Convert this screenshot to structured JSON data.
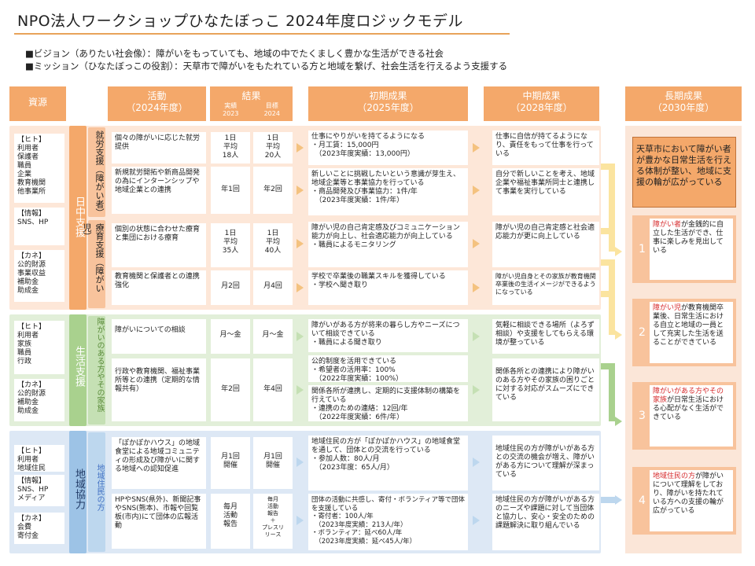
{
  "title": "NPO法人ワークショップひなたぼっこ 2024年度ロジックモデル",
  "vision": "■ビジョン（ありたい社会像）：障がいをもっていても、地域の中でたくましく豊かな生活ができる社会",
  "mission": "■ミッション（ひなたぼっこの役割）：天草市で障がいをもたれている方と地域を繋げ、社会生活を行えるよう支援する",
  "headers": {
    "resources": "資源",
    "activities": "活動",
    "activities_sub": "（2024年度）",
    "results": "結果",
    "results_actual": "実績",
    "results_actual_year": "2023",
    "results_target": "目標",
    "results_target_year": "2024",
    "initial": "初期成果",
    "initial_sub": "（2025年度）",
    "mid": "中期成果",
    "mid_sub": "（2028年度）",
    "long": "長期成果",
    "long_sub": "（2030年度）"
  },
  "sections": {
    "s1": {
      "label": "日中支援",
      "color": "#f4a86a",
      "sub1": "就労支援（障がい者）",
      "sub2": "療育支援（障がい児）",
      "res": [
        "【ヒト】\n利用者\n保護者\n職員\n企業\n教育機関\n他事業所",
        "【情報】\nSNS、HP",
        "【カネ】\n公的財源\n事業収益\n補助金\n助成金"
      ],
      "act": [
        "個々の障がいに応じた就労提供",
        "新規就労開拓や新商品開発の為にインターンシップや地域企業との連携",
        "個別の状態に合わせた療育と集団における療育",
        "教育機関と保護者との連携強化"
      ],
      "actual": [
        "1日\n平均\n18人",
        "年1回",
        "1日\n平均\n35人",
        "月2回"
      ],
      "target": [
        "1日\n平均\n20人",
        "年2回",
        "1日\n平均\n40人",
        "月4回"
      ],
      "init": [
        "仕事にやりがいを持てるようになる\n・月工賃：15,000円\n　（2023年度実績：13,000円）",
        "新しいことに挑戦したいという意識が芽生え、地域企業等と事業協力を行っている\n・商品開発及び事業協力：1件/年\n　（2023年度実績：1件/年）",
        "障がい児の自己肯定感及びコミュニケーション能力が向上し、社会適応能力が向上している\n・職員によるモニタリング",
        "学校で卒業後の職業スキルを獲得している\n・学校へ聞き取り"
      ],
      "mid": [
        "仕事に自信が持てるようになり、責任をもって仕事を行っている",
        "自分で新しいことを考え、地域企業や福祉事業所同士と連携して事業を実行している",
        "障がい児の自己肯定感と社会適応能力が更に向上している",
        "障がい児自身とその家族が教育機関卒業後の生活イメージができるようになっている"
      ]
    },
    "s2": {
      "label": "生活支援",
      "color": "#a9d18e",
      "sub": "障がいのある方やその家族",
      "res": [
        "【ヒト】\n利用者\n家族\n職員\n行政",
        "【カネ】\n公的財源\n補助金\n助成金"
      ],
      "act": [
        "障がいについての相談",
        "行政や教育機関、福祉事業所等との連携（定期的な情報共有）"
      ],
      "actual": [
        "月～金",
        "年2回"
      ],
      "target": [
        "月～金",
        "年4回"
      ],
      "init": [
        "障がいがある方が将来の暮らし方やニーズについて相談できている\n・職員による聞き取り",
        "公的制度を活用できている\n・希望者の活用率：100%\n　（2022年度実績：100%）",
        "関係各所が連携し、定期的に支援体制の構築を行えている\n・連携のための連絡：12回/年\n　（2022年度実績：6件/年）"
      ],
      "mid": [
        "気軽に相談できる場所（よろず相談）や支援をしてもらえる環境が整っている",
        "関係各所との連携により障がいのある方やその家族の困りごとに対する対応がスムーズにできている"
      ]
    },
    "s3": {
      "label": "地域協力",
      "color": "#9dc3e6",
      "sub": "地域住民の方",
      "res": [
        "【ヒト】\n利用者\n地域住民",
        "【情報】\nSNS、HP\nメディア",
        "【カネ】\n会費\n寄付金"
      ],
      "act": [
        "「ぽかぽかハウス」の地域食堂による地域コミュニティの形成及び障がいに関する地域への認知促進",
        "HPやSNS(県外)、新聞記事やSNS(熊本)、市報や回覧板(市内)にて団体の広報活動"
      ],
      "actual": [
        "月1回\n開催",
        "毎月\n活動\n報告"
      ],
      "target": [
        "月1回\n開催",
        "毎月\n活動\n報告\n＋\nプレスリ\nリース"
      ],
      "init": [
        "地域住民の方が「ぽかぽかハウス」の地域食堂を通して、団体との交流を行っている\n・参加人数：80人/月\n　（2023年度：65人/月）",
        "団体の活動に共感し、寄付・ボランティア等で団体を支援している\n・寄付者：100人/年\n　（2023年度実績：213人/年）\n・ボランティア：延べ60人/年\n　（2023年度実績：延べ45人/年）"
      ],
      "mid": [
        "地域住民の方が障がいがある方との交流の機会が増え、障がいがある方について理解が深まっている",
        "地域住民の方が障がいがある方のニーズや課題に対して当団体と協力し、安心・安全のための課題解決に取り組んでいる"
      ]
    }
  },
  "long": {
    "main": "天草市において障がい者が豊かな日常生活を行える体制が整い、地域に支援の輪が広がっている",
    "items": [
      {
        "num": "1",
        "red": "障がい者",
        "text": "が金銭的に自立した生活ができ、仕事に楽しみを見出している"
      },
      {
        "num": "2",
        "red": "障がい児",
        "text": "が教育機関卒業後、日常生活における自立と地域の一員として充実した生活を送ることができている"
      },
      {
        "num": "3",
        "red": "障がいがある方やその家族",
        "text": "が日常生活における心配がなく生活ができている"
      },
      {
        "num": "4",
        "red": "地域住民の方",
        "text": "が障がいについて理解をしており、障がいを持たれている方への支援の輪が広がっている"
      }
    ]
  }
}
